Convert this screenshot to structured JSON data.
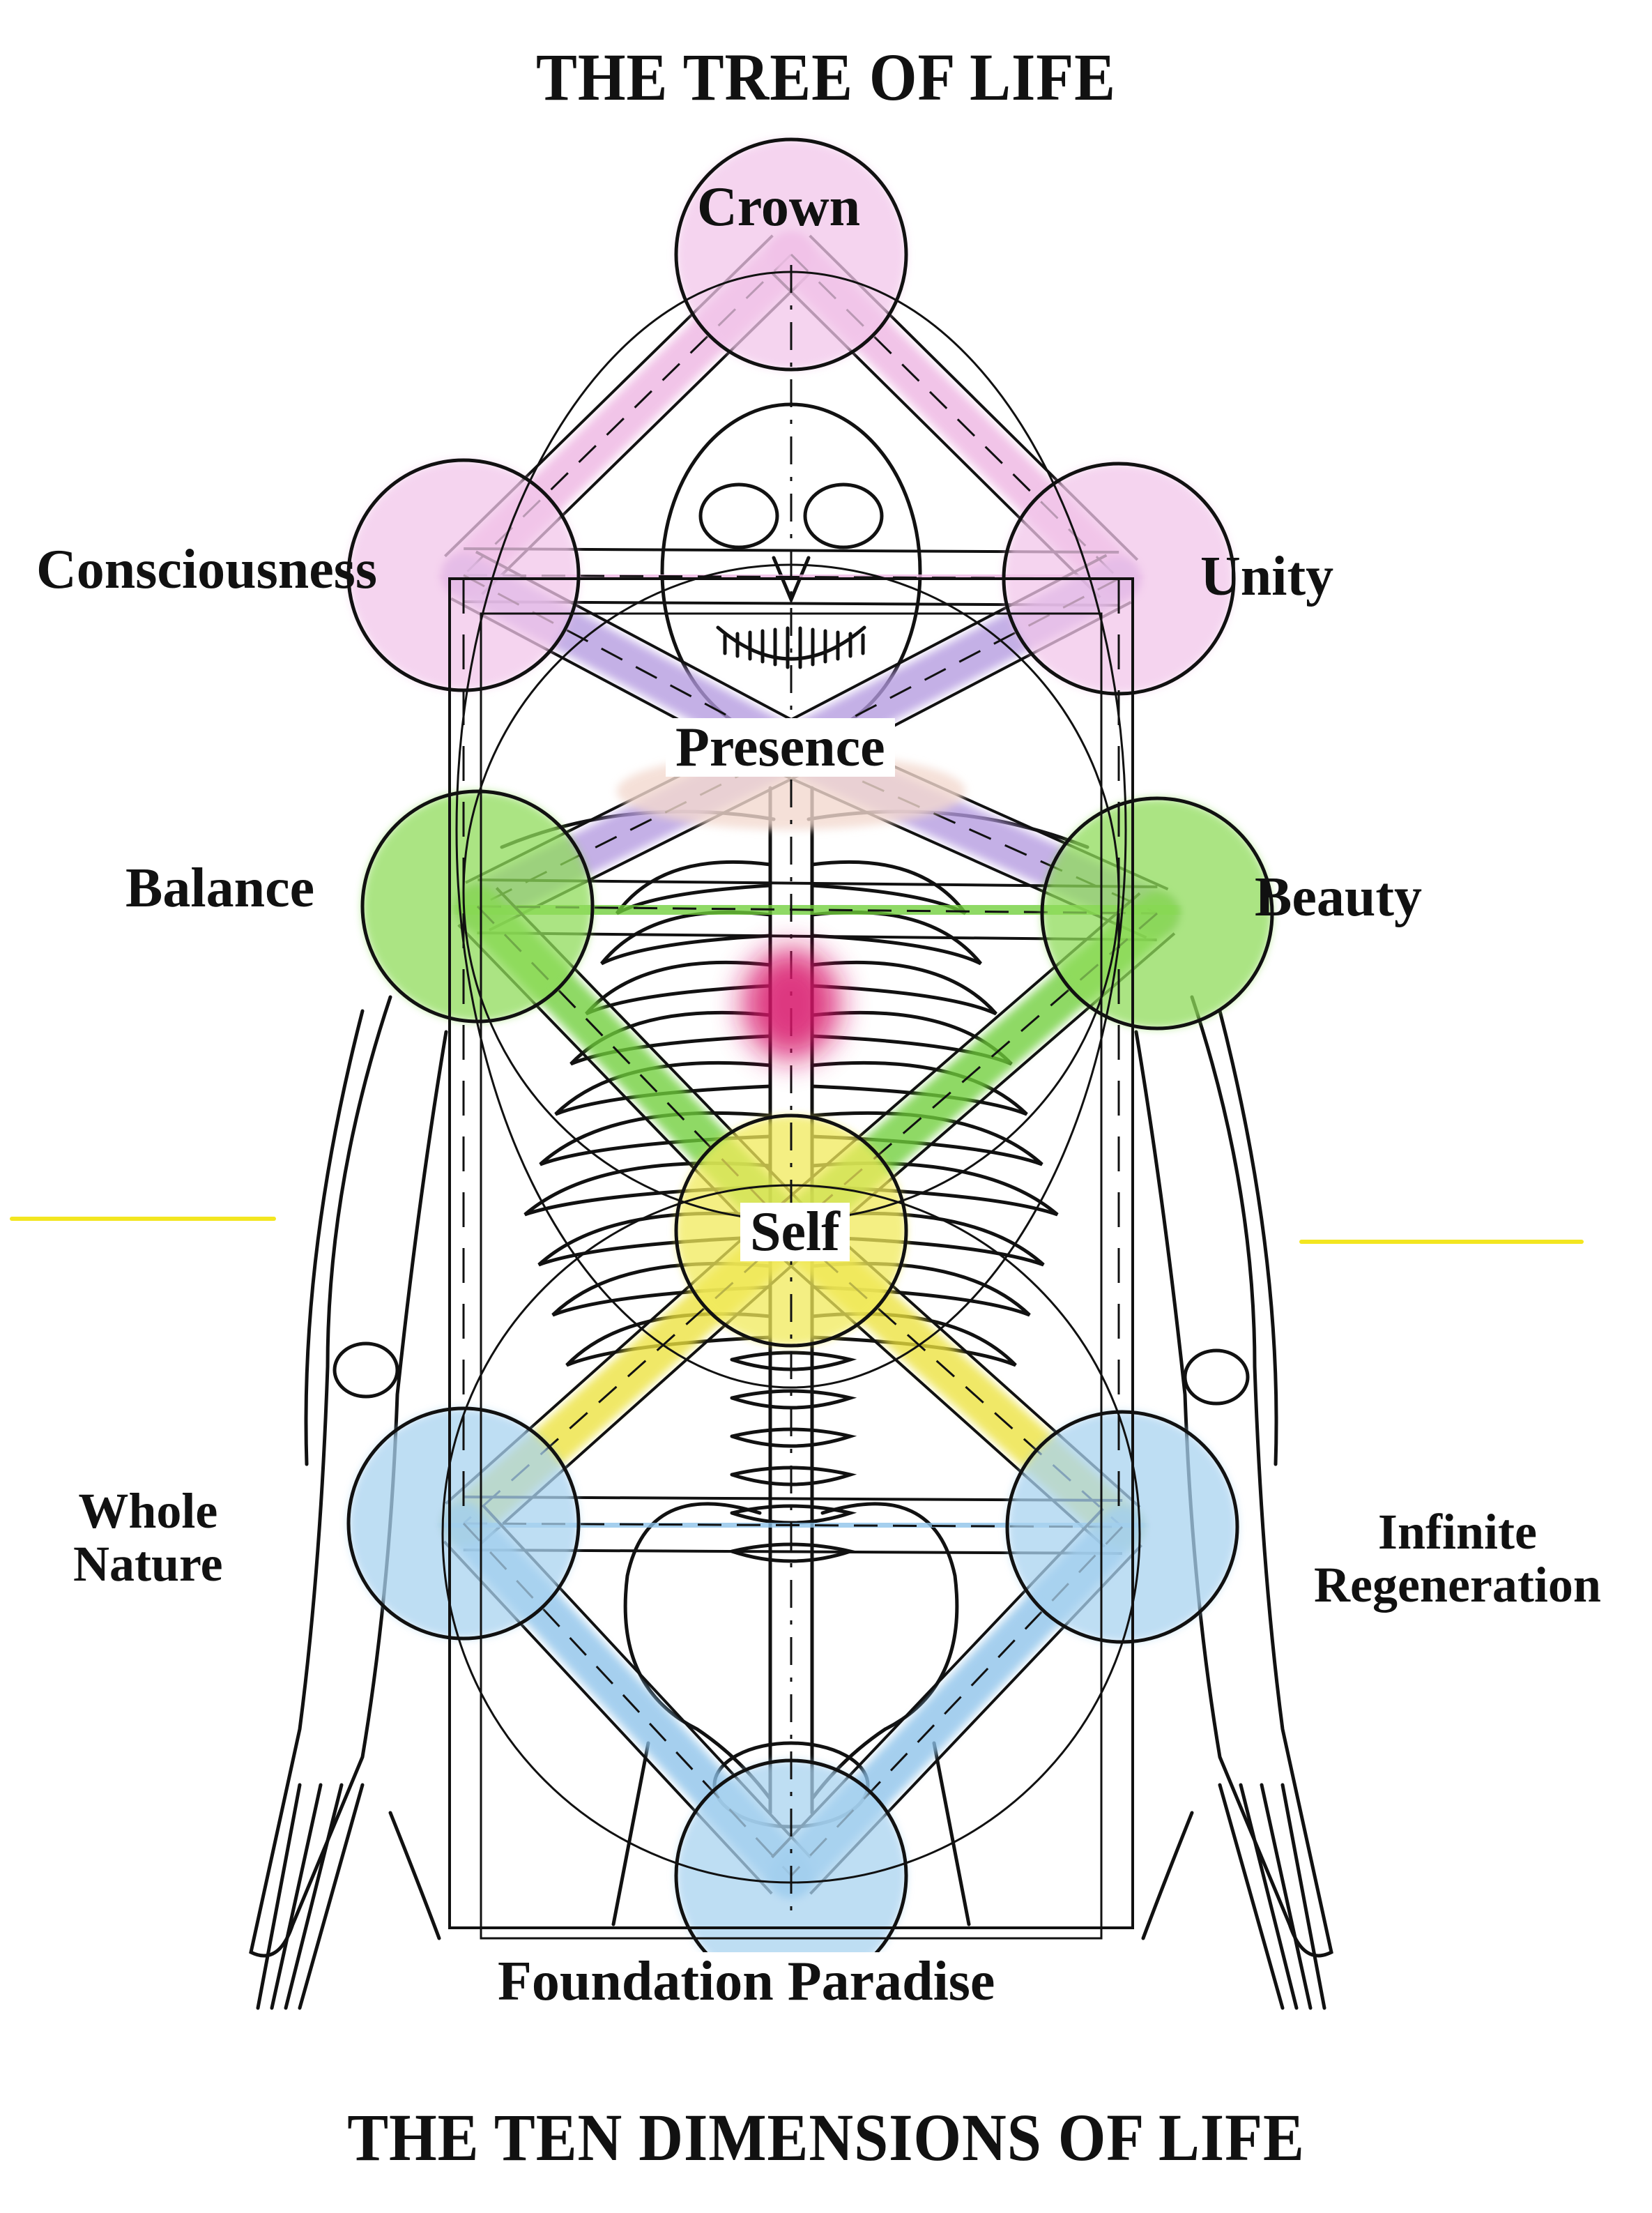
{
  "titles": {
    "top": "THE TREE OF LIFE",
    "bottom": "THE TEN DIMENSIONS OF LIFE"
  },
  "nodes": [
    {
      "id": "crown",
      "label": "Crown",
      "color": "#f2c6ea",
      "group": "supernal"
    },
    {
      "id": "consciousness",
      "label": "Consciousness",
      "color": "#f2c6ea",
      "group": "supernal"
    },
    {
      "id": "unity",
      "label": "Unity",
      "color": "#f2c6ea",
      "group": "supernal"
    },
    {
      "id": "presence",
      "label": "Presence",
      "color": "#f3d9cf",
      "group": "hidden"
    },
    {
      "id": "balance",
      "label": "Balance",
      "color": "#8fdc5a",
      "group": "ethical"
    },
    {
      "id": "beauty",
      "label": "Beauty",
      "color": "#8fdc5a",
      "group": "ethical"
    },
    {
      "id": "self",
      "label": "Self",
      "color": "#f1ea5a",
      "group": "center"
    },
    {
      "id": "whole-nature",
      "label": "Whole Nature",
      "lines": [
        "Whole",
        "Nature"
      ],
      "color": "#a9d3f0",
      "group": "astral"
    },
    {
      "id": "infinite-regeneration",
      "label": "Infinite Regeneration",
      "lines": [
        "Infinite",
        "Regeneration"
      ],
      "color": "#a9d3f0",
      "group": "astral"
    },
    {
      "id": "foundation-paradise",
      "label": "Foundation Paradise",
      "color": "#a9d3f0",
      "group": "foundation"
    }
  ],
  "paths": [
    {
      "from": "crown",
      "to": "consciousness",
      "color": "#eeb4e2"
    },
    {
      "from": "crown",
      "to": "unity",
      "color": "#eeb4e2"
    },
    {
      "from": "consciousness",
      "to": "unity",
      "color": "#eeb4e2"
    },
    {
      "from": "consciousness",
      "to": "presence",
      "color": "#b49ae0"
    },
    {
      "from": "unity",
      "to": "presence",
      "color": "#b49ae0"
    },
    {
      "from": "presence",
      "to": "balance",
      "color": "#b49ae0"
    },
    {
      "from": "presence",
      "to": "beauty",
      "color": "#b49ae0"
    },
    {
      "from": "balance",
      "to": "beauty",
      "color": "#6fcf3a"
    },
    {
      "from": "balance",
      "to": "self",
      "color": "#6fcf3a"
    },
    {
      "from": "beauty",
      "to": "self",
      "color": "#6fcf3a"
    },
    {
      "from": "self",
      "to": "whole-nature",
      "color": "#ece23c"
    },
    {
      "from": "self",
      "to": "infinite-regeneration",
      "color": "#ece23c"
    },
    {
      "from": "whole-nature",
      "to": "infinite-regeneration",
      "color": "#8cc2ea"
    },
    {
      "from": "whole-nature",
      "to": "foundation-paradise",
      "color": "#8cc2ea"
    },
    {
      "from": "infinite-regeneration",
      "to": "foundation-paradise",
      "color": "#8cc2ea"
    }
  ],
  "heart_marker": {
    "color": "#d8196a"
  },
  "accent_rule_color": "#f3e620",
  "line_color": "#111111"
}
